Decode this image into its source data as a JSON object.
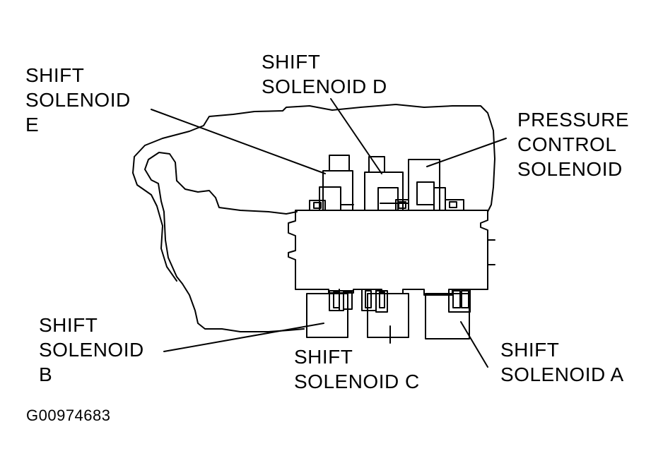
{
  "labels": {
    "shift_solenoid_e": [
      "SHIFT",
      "SOLENOID",
      "E"
    ],
    "shift_solenoid_d": [
      "SHIFT",
      "SOLENOID D"
    ],
    "pressure_control_solenoid": [
      "PRESSURE",
      "CONTROL",
      "SOLENOID"
    ],
    "shift_solenoid_b": [
      "SHIFT",
      "SOLENOID",
      "B"
    ],
    "shift_solenoid_c": [
      "SHIFT",
      "SOLENOID C"
    ],
    "shift_solenoid_a": [
      "SHIFT",
      "SOLENOID A"
    ]
  },
  "figure_id": "G00974683",
  "colors": {
    "line": "#000000",
    "background": "#ffffff"
  }
}
